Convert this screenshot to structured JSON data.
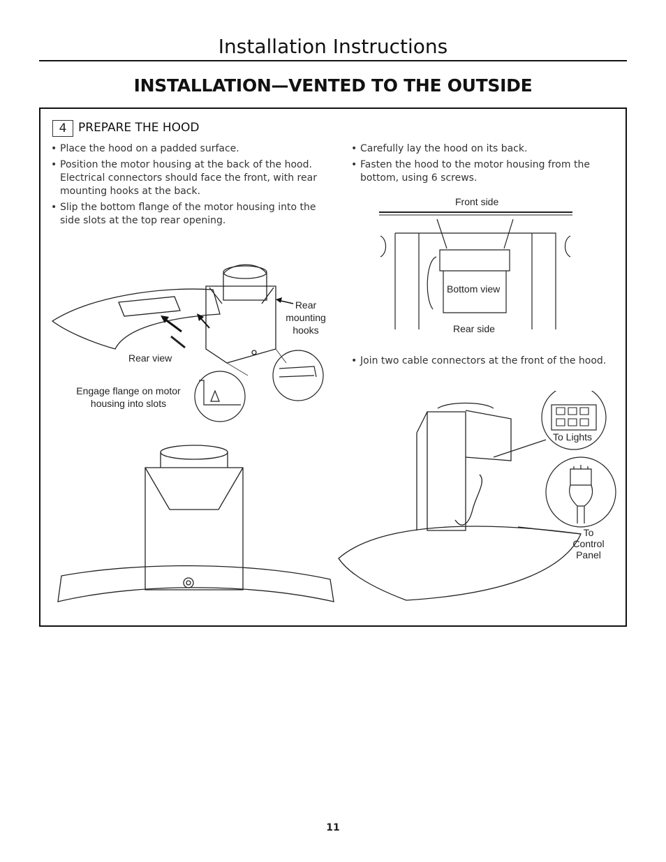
{
  "header": {
    "title": "Installation Instructions",
    "subtitle": "INSTALLATION—VENTED TO THE OUTSIDE"
  },
  "step": {
    "number": "4",
    "title": "PREPARE THE HOOD"
  },
  "left_bullets": [
    "Place the hood on a padded surface.",
    "Position the motor housing at the back of the hood. Electrical connectors should face the front, with rear mounting hooks at the back.",
    "Slip the bottom flange of the motor housing into the side slots at the top rear opening."
  ],
  "right_bullets": [
    "Carefully lay the hood on its back.",
    "Fasten the hood to the motor housing from the bottom, using 6 screws."
  ],
  "join_bullet": "Join two cable connectors at the front of the hood.",
  "figure_labels": {
    "front_side": "Front side",
    "bottom_view": "Bottom view",
    "rear_side": "Rear side",
    "rear_mounting_hooks": [
      "Rear",
      "mounting",
      "hooks"
    ],
    "rear_view": "Rear view",
    "engage_flange": [
      "Engage flange on motor",
      "housing into slots"
    ],
    "to_lights": "To Lights",
    "to_control_panel": [
      "To",
      "Control",
      "Panel"
    ]
  },
  "page_number": "11"
}
